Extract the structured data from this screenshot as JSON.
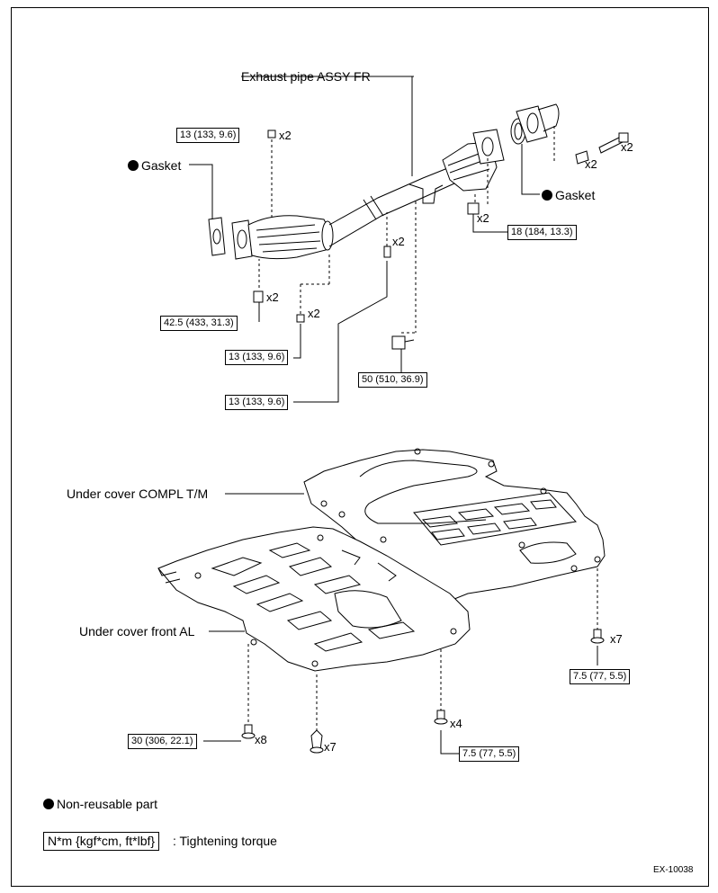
{
  "labels": {
    "exhaust_pipe": "Exhaust pipe ASSY FR",
    "gasket_left": "Gasket",
    "gasket_right": "Gasket",
    "under_cover_tm": "Under cover COMPL T/M",
    "under_cover_front": "Under cover front AL"
  },
  "torques": {
    "t1": "13 (133, 9.6)",
    "t2": "42.5 (433, 31.3)",
    "t3": "13 (133, 9.6)",
    "t4": "13 (133, 9.6)",
    "t5": "50 (510, 36.9)",
    "t6": "18 (184, 13.3)",
    "t7": "7.5 (77, 5.5)",
    "t8": "30 (306, 22.1)",
    "t9": "7.5 (77, 5.5)"
  },
  "quantities": {
    "q1": "x2",
    "q2": "x2",
    "q3": "x2",
    "q4": "x2",
    "q5": "x2",
    "q6": "x2",
    "q7": "x2",
    "q8": "x7",
    "q9": "x8",
    "q10": "x7",
    "q11": "x4"
  },
  "legend": {
    "non_reusable": "Non-reusable part",
    "torque_units": "N*m {kgf*cm, ft*lbf}",
    "torque_desc": ": Tightening torque"
  },
  "figure_code": "EX-10038"
}
